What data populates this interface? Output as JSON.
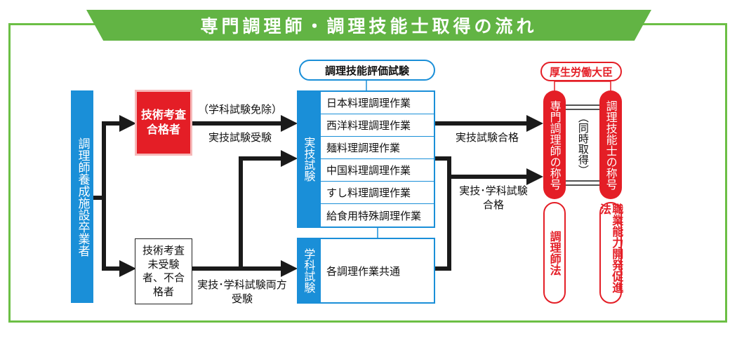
{
  "title": "専門調理師・調理技能士取得の流れ",
  "graduates": "調理師養成施設卒業者",
  "passed_label": "技術考査合格者",
  "not_passed_label": "技術考査未受験者、不合格者",
  "exemption_note": "（学科試験免除）",
  "practical_only": "実技試験受験",
  "both_exams": "実技･学科試験両方受験",
  "skill_exam_header": "調理技能評価試験",
  "practical_exam": "実技試験",
  "theory_exam": "学科試験",
  "practical_items": [
    "日本料理調理作業",
    "西洋料理調理作業",
    "麺料理調理作業",
    "中国料理調理作業",
    "すし料理調理作業",
    "給食用特殊調理作業"
  ],
  "theory_item": "各調理作業共通",
  "practical_pass": "実技試験合格",
  "both_pass": "実技･学科試験合格",
  "mhlw": "厚生労働大臣",
  "chef_title": "専門調理師の称号",
  "tech_title": "調理技能士の称号",
  "simultaneous": "（同時取得）",
  "chef_law": "調理師法",
  "vocational_law": "職業能力開発促進法",
  "colors": {
    "green": "#62b444",
    "blue": "#1a8fd8",
    "red": "#e41e26"
  }
}
